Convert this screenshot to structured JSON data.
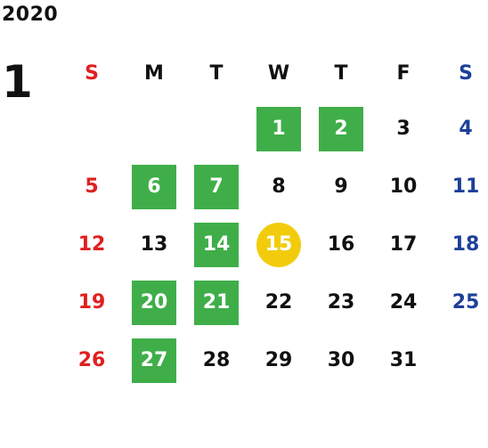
{
  "year": "2020",
  "month": "1",
  "weekdays": [
    "S",
    "M",
    "T",
    "W",
    "T",
    "F",
    "S"
  ],
  "colors": {
    "sunday": "#e02020",
    "saturday": "#1d3f9a",
    "highlight": "#3fae49",
    "today": "#f2cc0c"
  },
  "weeks": [
    [
      "",
      "",
      "",
      "1",
      "2",
      "3",
      "4"
    ],
    [
      "5",
      "6",
      "7",
      "8",
      "9",
      "10",
      "11"
    ],
    [
      "12",
      "13",
      "14",
      "15",
      "16",
      "17",
      "18"
    ],
    [
      "19",
      "20",
      "21",
      "22",
      "23",
      "24",
      "25"
    ],
    [
      "26",
      "27",
      "28",
      "29",
      "30",
      "31",
      ""
    ]
  ],
  "highlighted_days": [
    "1",
    "2",
    "6",
    "7",
    "14",
    "20",
    "21",
    "27"
  ],
  "today": "15"
}
